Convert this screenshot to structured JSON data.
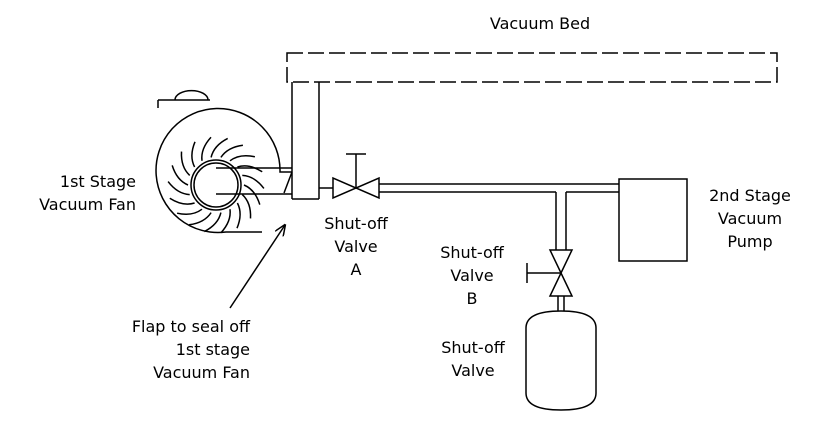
{
  "colors": {
    "line": "#000000",
    "background": "#ffffff"
  },
  "labels": {
    "vacuum_bed": "Vacuum Bed",
    "fan": [
      "1st Stage",
      "Vacuum Fan"
    ],
    "valve_a": [
      "Shut-off",
      "Valve",
      "A"
    ],
    "valve_b": [
      "Shut-off",
      "Valve",
      "B"
    ],
    "pump": [
      "2nd Stage",
      "Vacuum",
      "Pump"
    ],
    "flap": [
      "Flap to seal off",
      "1st stage",
      "Vacuum Fan"
    ],
    "tank": [
      "Shut-off",
      "Valve"
    ]
  },
  "icons": {
    "fan": "centrifugal-fan-icon",
    "valve": "gate-valve-icon",
    "tank": "vacuum-tank-icon",
    "pump": "vacuum-pump-icon",
    "flap": "flap-icon",
    "arrow": "arrow-icon"
  }
}
